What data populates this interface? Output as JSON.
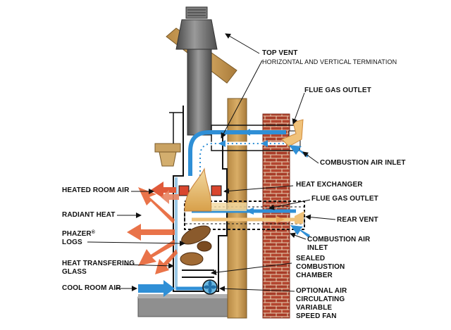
{
  "colors": {
    "flue": "#2f8fd6",
    "heat": "#e8683a",
    "brick": "#b4452f",
    "wood": "#c79a52",
    "pipe": "#6e6e6e"
  },
  "labels": {
    "top_vent": "TOP VENT",
    "top_vent_sub": "HORIZONTAL AND VERTICAL TERMINATION",
    "flue_gas_outlet_top": "FLUE GAS OUTLET",
    "combustion_air_inlet_top": "COMBUSTION AIR INLET",
    "heated_room_air": "HEATED ROOM AIR",
    "heat_exchanger": "HEAT EXCHANGER",
    "flue_gas_outlet_rear": "FLUE GAS OUTLET",
    "radiant_heat": "RADIANT HEAT",
    "rear_vent": "REAR VENT",
    "phazer_logs_line1": "PHAZER",
    "phazer_reg": "®",
    "phazer_logs_line2": "LOGS",
    "combustion_air_inlet_rear_line1": "COMBUSTION AIR",
    "combustion_air_inlet_rear_line2": "INLET",
    "heat_glass_line1": "HEAT TRANSFERING",
    "heat_glass_line2": "GLASS",
    "sealed_line1": "SEALED",
    "sealed_line2": "COMBUSTION",
    "sealed_line3": "CHAMBER",
    "cool_room_air": "COOL ROOM AIR",
    "fan_line1": "OPTIONAL AIR",
    "fan_line2": "CIRCULATING",
    "fan_line3": "VARIABLE",
    "fan_line4": "SPEED FAN"
  }
}
